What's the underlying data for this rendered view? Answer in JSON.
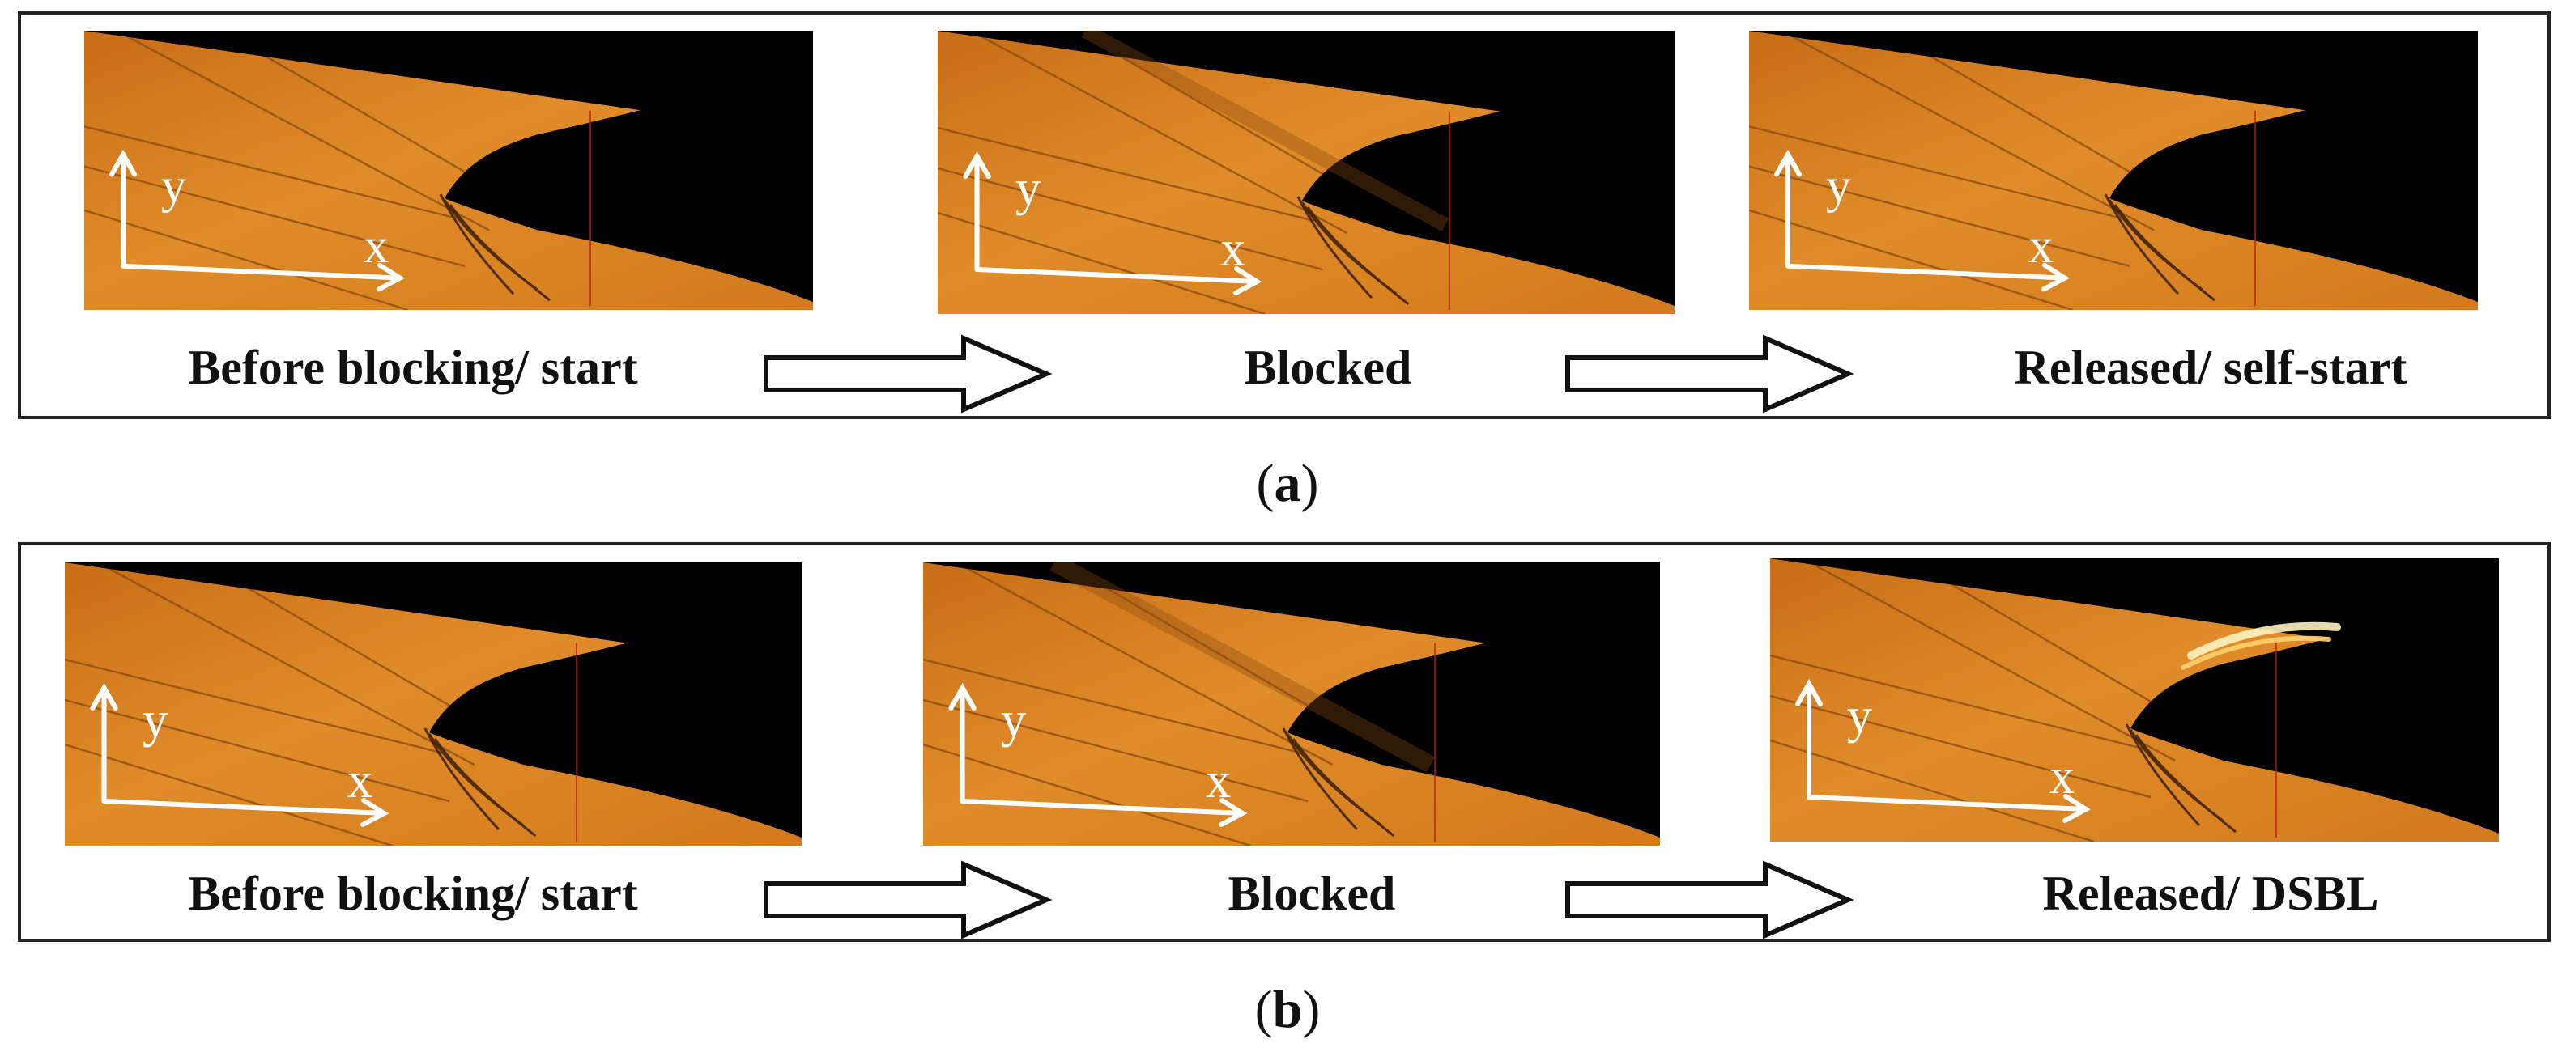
{
  "panels": [
    {
      "id": "a",
      "caption_letter": "a",
      "stages": [
        {
          "label": "Before blocking/ start",
          "axis_x": "x",
          "axis_y": "y"
        },
        {
          "label": "Blocked",
          "axis_x": "x",
          "axis_y": "y"
        },
        {
          "label": "Released/ self-start",
          "axis_x": "x",
          "axis_y": "y"
        }
      ]
    },
    {
      "id": "b",
      "caption_letter": "b",
      "stages": [
        {
          "label": "Before blocking/ start",
          "axis_x": "x",
          "axis_y": "y"
        },
        {
          "label": "Blocked",
          "axis_x": "x",
          "axis_y": "y"
        },
        {
          "label": "Released/ DSBL",
          "axis_x": "x",
          "axis_y": "y"
        }
      ]
    }
  ],
  "colors": {
    "schlieren_orange": "#d9801f",
    "schlieren_dark": "#a85a12",
    "body_black": "#000000",
    "frame": "#222222",
    "axis_white": "#ffffff"
  }
}
